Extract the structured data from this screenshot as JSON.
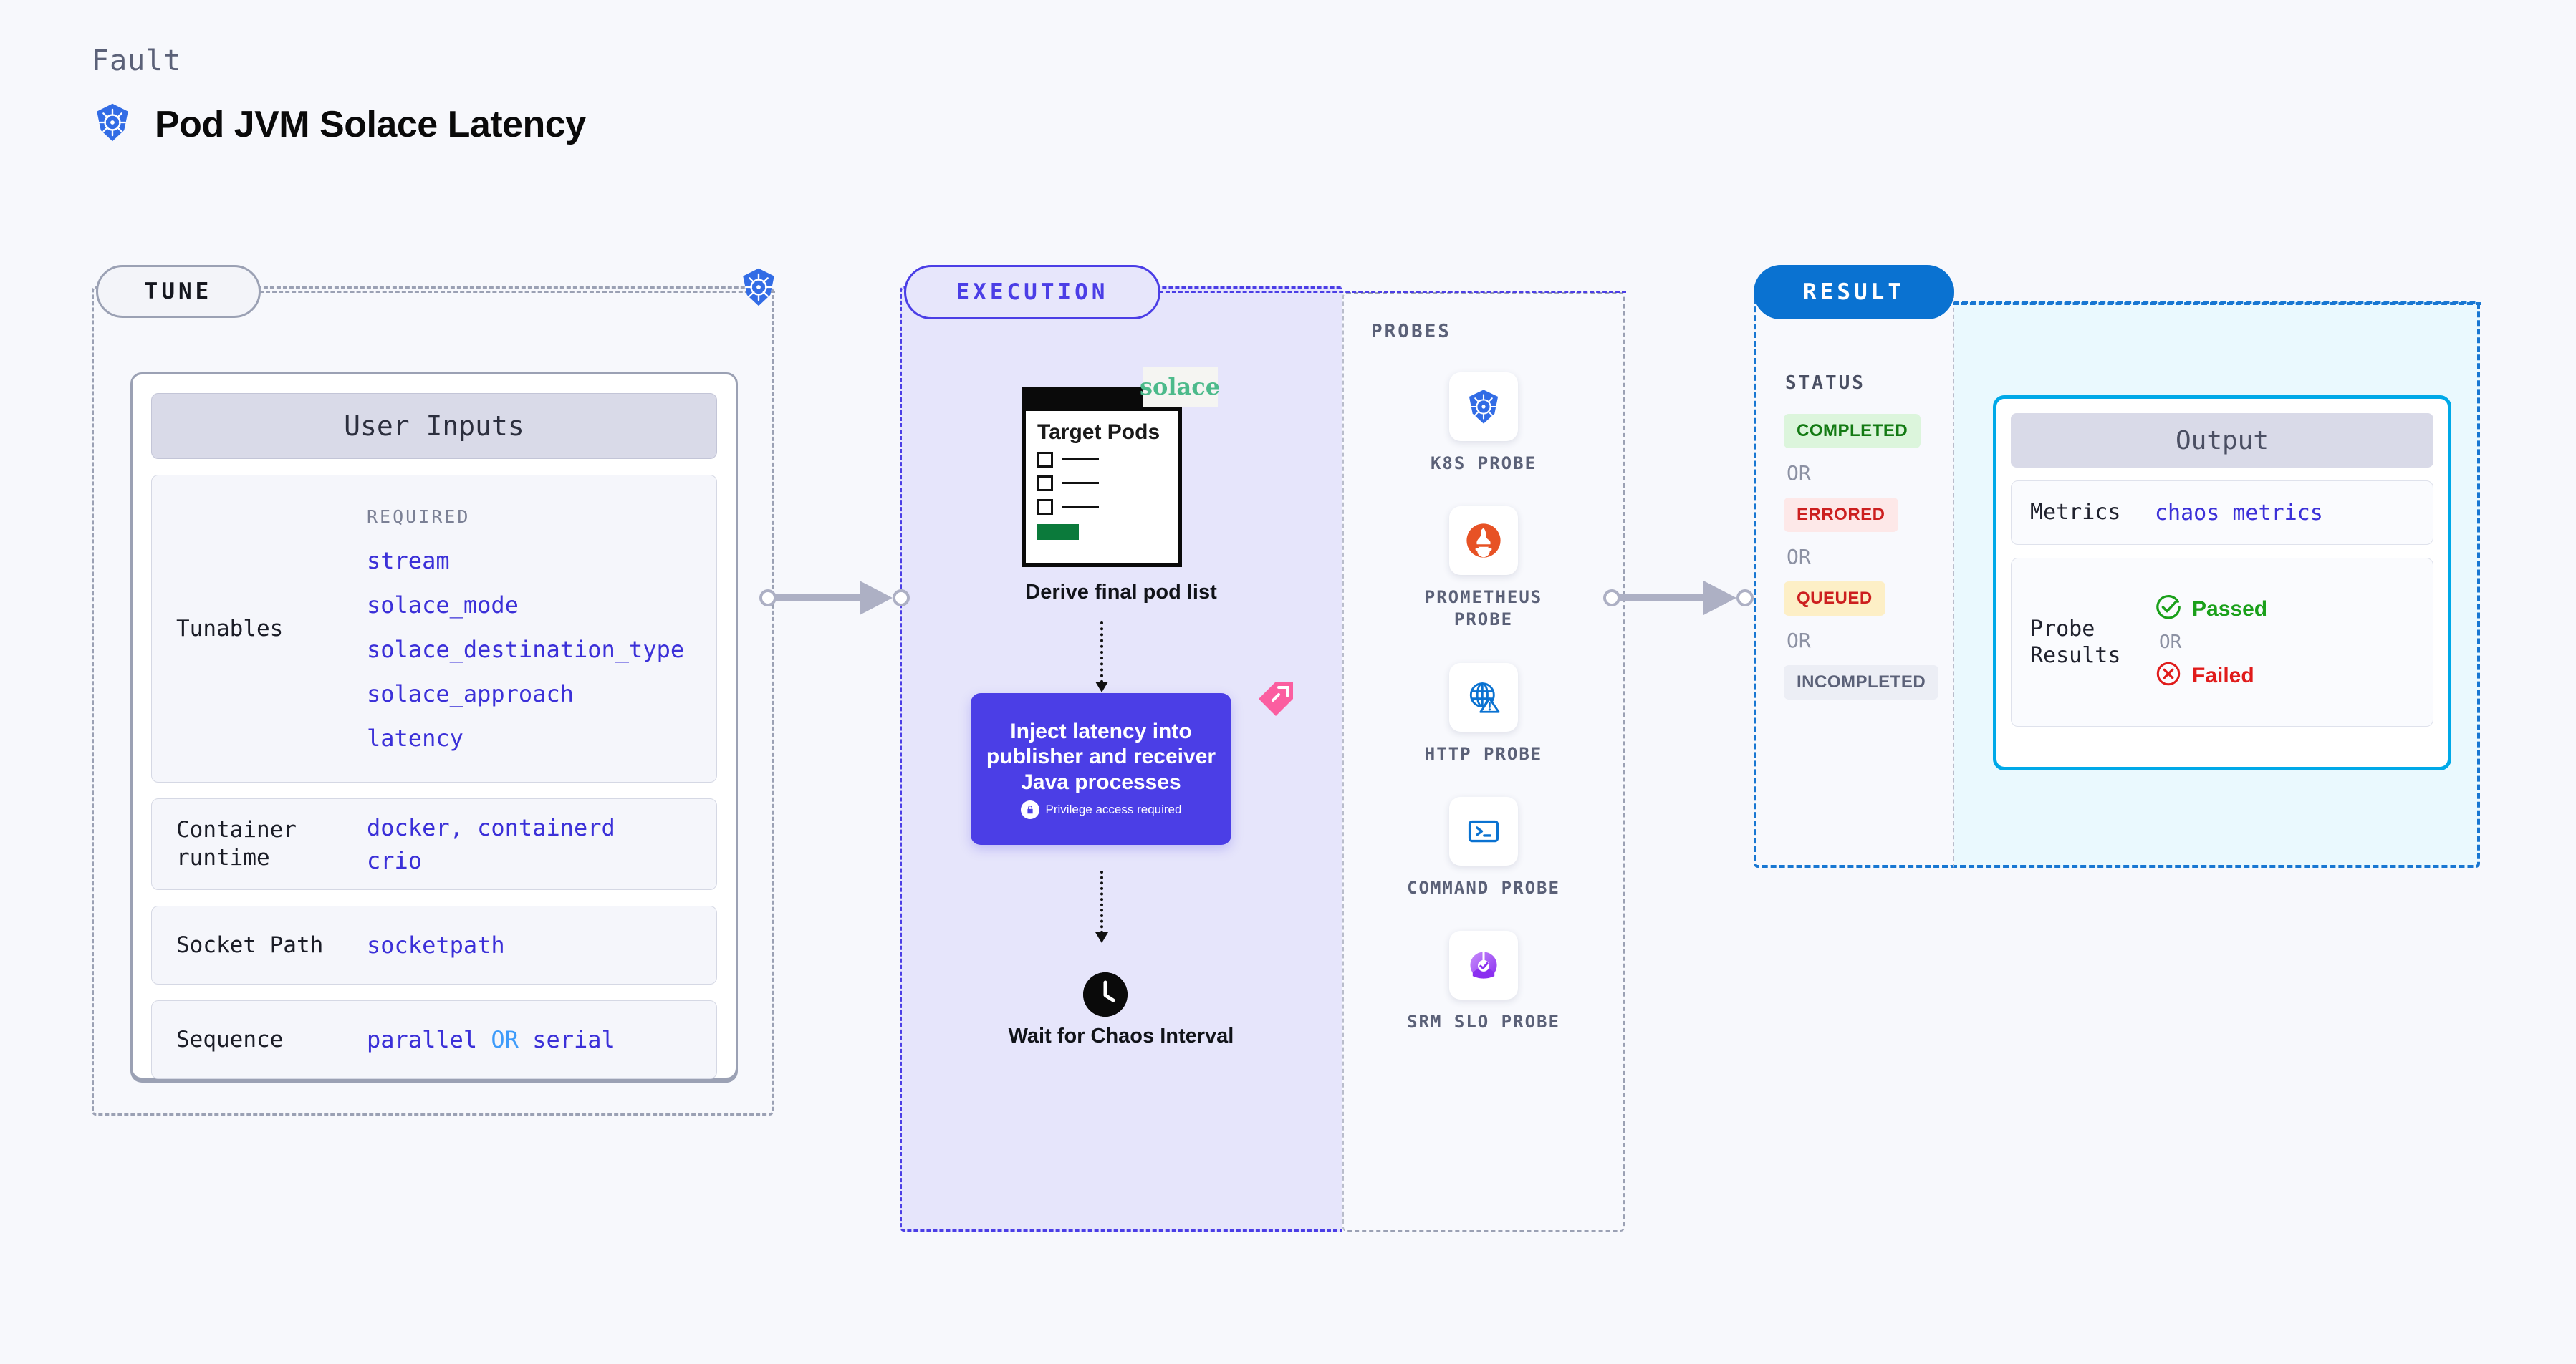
{
  "header": {
    "eyebrow": "Fault",
    "title": "Pod JVM Solace Latency",
    "icon": "kubernetes-icon"
  },
  "tune": {
    "pill_label": "TUNE",
    "border_icon": "kubernetes-icon",
    "card": {
      "title": "User Inputs",
      "tunables": {
        "label": "Tunables",
        "required_caption": "REQUIRED",
        "items": [
          "stream",
          "solace_mode",
          "solace_destination_type",
          "solace_approach",
          "latency"
        ]
      },
      "rows": [
        {
          "label": "Container runtime",
          "values": [
            "docker",
            "containerd",
            "crio"
          ],
          "separator": ","
        },
        {
          "label": "Socket Path",
          "values": [
            "socketpath"
          ]
        },
        {
          "label": "Sequence",
          "values": [
            "parallel",
            "serial"
          ],
          "separator": "OR"
        }
      ]
    }
  },
  "execution": {
    "pill_label": "EXECUTION",
    "pods_card": {
      "heading": "Target Pods",
      "logo_text": "solace",
      "logo_icon": "solace-dot-icon",
      "checkbox_rows": 3
    },
    "steps": [
      {
        "caption": "Derive final pod list"
      },
      {
        "caption": "Inject latency into publisher and receiver Java processes",
        "note": "Privilege access required",
        "note_icon": "lock-icon",
        "ribbon_icon": "chaos-ribbon-icon"
      },
      {
        "caption": "Wait for Chaos Interval",
        "icon": "clock-icon"
      }
    ]
  },
  "probes": {
    "caption": "PROBES",
    "items": [
      {
        "label": "K8S PROBE",
        "icon": "kubernetes-icon"
      },
      {
        "label": "PROMETHEUS PROBE",
        "icon": "prometheus-icon"
      },
      {
        "label": "HTTP PROBE",
        "icon": "http-globe-icon"
      },
      {
        "label": "COMMAND PROBE",
        "icon": "terminal-icon"
      },
      {
        "label": "SRM SLO PROBE",
        "icon": "srm-slo-icon"
      }
    ]
  },
  "result": {
    "pill_label": "RESULT",
    "status_caption": "STATUS",
    "or_label": "OR",
    "statuses": [
      {
        "label": "COMPLETED",
        "bg": "#dcf5dc",
        "fg": "#137a13"
      },
      {
        "label": "ERRORED",
        "bg": "#fde8e8",
        "fg": "#cc1f1f"
      },
      {
        "label": "QUEUED",
        "bg": "#fdefc6",
        "fg": "#cc1f1f"
      },
      {
        "label": "INCOMPLETED",
        "bg": "#eceef5",
        "fg": "#5b6178"
      }
    ],
    "output": {
      "title": "Output",
      "metrics_label": "Metrics",
      "metrics_value": "chaos metrics",
      "probe_results_label": "Probe Results",
      "or_label": "OR",
      "passed": {
        "label": "Passed",
        "color": "#1aa01a",
        "icon": "check-circle-icon"
      },
      "failed": {
        "label": "Failed",
        "color": "#e01b1b",
        "icon": "x-circle-icon"
      }
    }
  },
  "colors": {
    "accent_purple": "#4b3ee6",
    "accent_blue": "#0a72d1",
    "accent_cyan": "#00a9e8",
    "value_blue": "#3b30d8",
    "or_light_blue": "#3d9bfa",
    "muted": "#9ba1b4"
  }
}
